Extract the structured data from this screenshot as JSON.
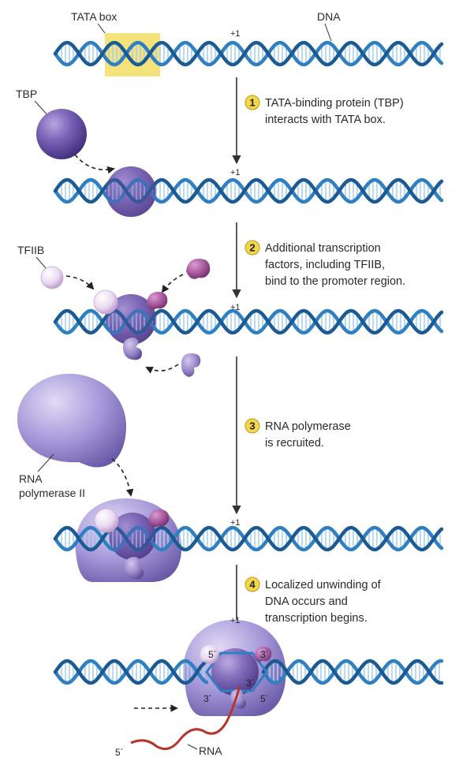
{
  "labels": {
    "tata_box": "TATA box",
    "dna": "DNA",
    "plus_one": "+1",
    "tbp": "TBP",
    "tfiib": "TFIIB",
    "rna_pol_line1": "RNA",
    "rna_pol_line2": "polymerase II",
    "rna": "RNA",
    "five_prime": "5´",
    "three_prime": "3´"
  },
  "steps": [
    {
      "number": "1",
      "lines": [
        "TATA-binding protein (TBP)",
        "interacts with TATA box."
      ]
    },
    {
      "number": "2",
      "lines": [
        "Additional transcription",
        "factors, including TFIIB,",
        "bind to the promoter region."
      ]
    },
    {
      "number": "3",
      "lines": [
        "RNA polymerase",
        "is recruited."
      ]
    },
    {
      "number": "4",
      "lines": [
        "Localized unwinding of",
        "DNA occurs and",
        "transcription begins."
      ]
    }
  ],
  "colors": {
    "dna_strand": "#2f7fc1",
    "dna_strand_dark": "#1c5a93",
    "dna_rung": "#a9d0ee",
    "tata_highlight": "#f4e27a",
    "tbp": "#6b54a8",
    "tfiib": "#e3d3ec",
    "factor_magenta": "#a4559a",
    "factor_lavender": "#9a87c8",
    "rna_polymerase": "#a496d8",
    "step_badge": "#f3d64a",
    "rna_strand": "#b6342a"
  }
}
